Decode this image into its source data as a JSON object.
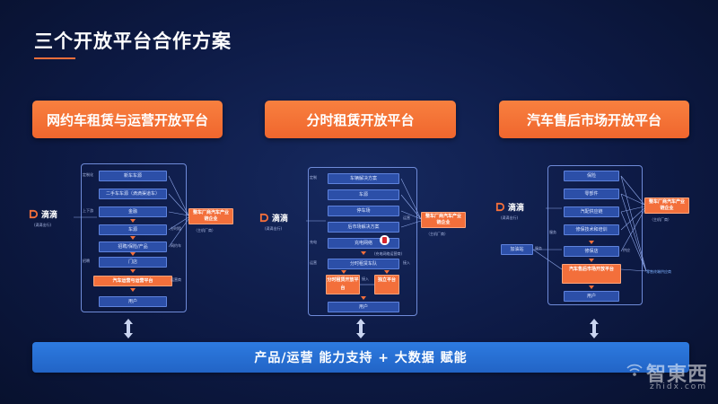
{
  "title": "三个开放平台合作方案",
  "platforms": [
    {
      "name": "网约车租赁与运营开放平台",
      "brand": "滴滴",
      "brand_sub": "(滴滴出行)",
      "steps": [
        "新车车源",
        "二手车车源（滴滴渠道车）",
        "金融",
        "车源",
        "招聘/保险/产品",
        "门店",
        "汽车运营与运营平台",
        "用户"
      ],
      "side_notes": [
        "定制化",
        "上下游",
        "分时租",
        "网约车",
        "招聘",
        "运营商"
      ],
      "vendor": "整车厂商汽车产业链企业",
      "vendor_note": "（主机厂商）"
    },
    {
      "name": "分时租赁开放平台",
      "brand": "滴滴",
      "brand_sub": "(滴滴出行)",
      "steps": [
        "车辆解决方案",
        "车源",
        "停车场",
        "后市场解决方案",
        "充电网络",
        "分时租赁车队",
        "分时租赁开放平台",
        "独立平台",
        "用户"
      ],
      "side_notes": [
        "定制",
        "运营",
        "充电",
        "接入",
        "运营"
      ],
      "join_label": "接入",
      "charge_note": "(充电网络运营商)",
      "vendor": "整车厂商汽车产业链企业",
      "vendor_note": "（主机厂商）"
    },
    {
      "name": "汽车售后市场开放平台",
      "brand": "滴滴",
      "brand_sub": "(滴滴出行)",
      "steps": [
        "保险",
        "零部件",
        "汽配供应链",
        "修保技术和培训",
        "修保店",
        "汽车售后市场开放平台",
        "用户"
      ],
      "side_notes": [
        "服务",
        "服务",
        "供应"
      ],
      "left_box": "加油站",
      "vendor": "整车厂商汽车产业链企业",
      "vendor_note": "（主机厂商）",
      "right_note": "零售终端供应商"
    }
  ],
  "bottom_bar": "产品/运营 能力支持 + 大数据 赋能",
  "watermark": {
    "name": "智東西",
    "url": "zhidx.com"
  },
  "colors": {
    "background": "#0d1a45",
    "accent": "#f36f3b",
    "bar": "#2264c6",
    "box": "#2c4fa8"
  }
}
